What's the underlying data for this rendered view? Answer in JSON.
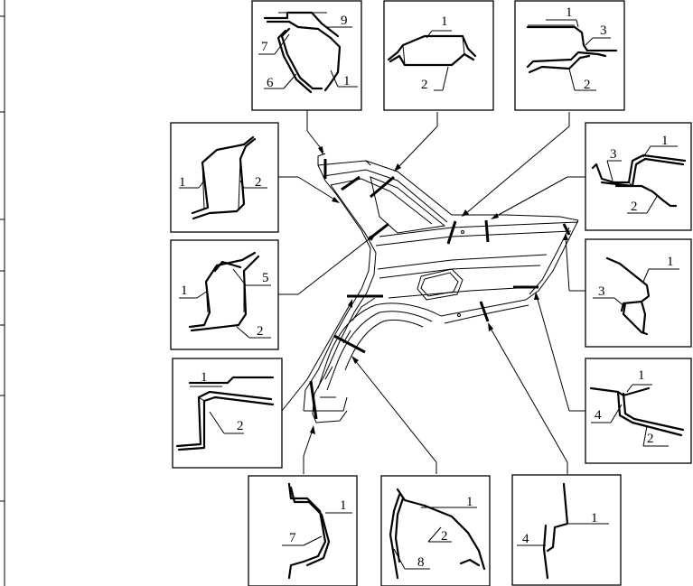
{
  "callouts": {
    "top_a": {
      "n9": "9",
      "n7": "7",
      "n6": "6",
      "n1": "1"
    },
    "top_b": {
      "n1": "1",
      "n2": "2"
    },
    "top_c": {
      "n1": "1",
      "n3": "3",
      "n2": "2"
    },
    "left_a": {
      "n1": "1",
      "n2": "2"
    },
    "left_b": {
      "n1": "1",
      "n5": "5",
      "n2": "2"
    },
    "left_c": {
      "n1": "1",
      "n2": "2"
    },
    "right_a": {
      "n3": "3",
      "n1": "1",
      "n2": "2"
    },
    "right_b": {
      "n1": "1",
      "n3": "3"
    },
    "right_c": {
      "n1": "1",
      "n4": "4",
      "n2": "2"
    },
    "bottom_a": {
      "n1": "1",
      "n7": "7"
    },
    "bottom_b": {
      "n1": "1",
      "n2": "2",
      "n8": "8"
    },
    "bottom_c": {
      "n1": "1",
      "n4": "4"
    }
  }
}
